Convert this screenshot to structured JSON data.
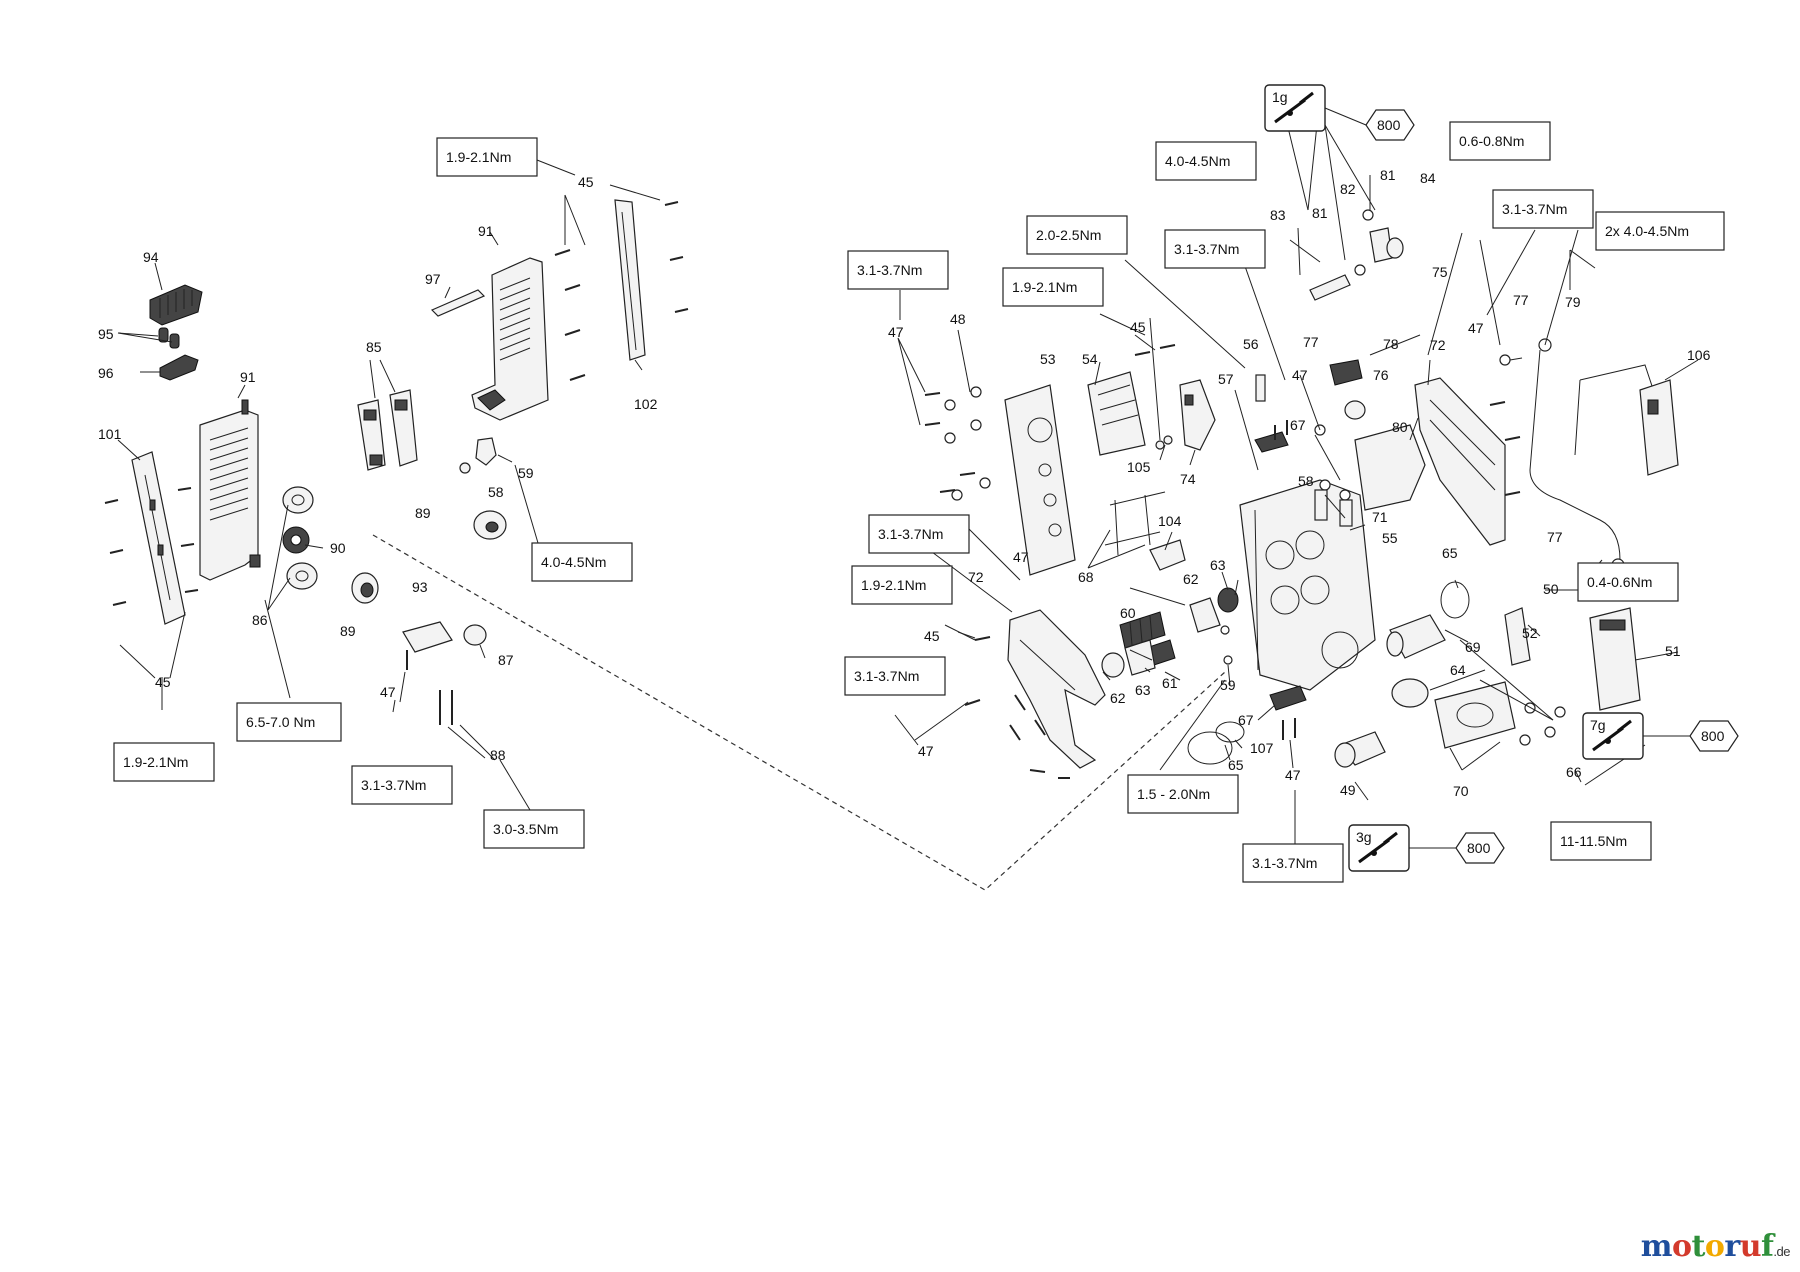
{
  "diagram": {
    "part_numbers": {
      "p45a": "45",
      "p91a": "91",
      "p97": "97",
      "p102": "102",
      "p85": "85",
      "p58a": "58",
      "p59a": "59",
      "p89a": "89",
      "p94": "94",
      "p95": "95",
      "p96": "96",
      "p91b": "91",
      "p101": "101",
      "p90": "90",
      "p86": "86",
      "p89b": "89",
      "p45b": "45",
      "p93": "93",
      "p87": "87",
      "p47a": "47",
      "p88": "88",
      "p47b": "47",
      "p48": "48",
      "p53": "53",
      "p54": "54",
      "p45c": "45",
      "p105": "105",
      "p74": "74",
      "p57": "57",
      "p56": "56",
      "p77a": "77",
      "p47c": "47",
      "p67a": "67",
      "p58b": "58",
      "p71": "71",
      "p55": "55",
      "p80": "80",
      "p76": "76",
      "p78": "78",
      "p75": "75",
      "p72a": "72",
      "p47d": "47",
      "p77b": "77",
      "p79": "79",
      "p106": "106",
      "p77c": "77",
      "p50": "50",
      "p52": "52",
      "p51": "51",
      "p65a": "65",
      "p69": "69",
      "p64": "64",
      "p70": "70",
      "p66": "66",
      "p83": "83",
      "p81a": "81",
      "p82": "82",
      "p81b": "81",
      "p84": "84",
      "p104": "104",
      "p68": "68",
      "p47e": "47",
      "p72b": "72",
      "p45d": "45",
      "p62a": "62",
      "p63a": "63",
      "p60": "60",
      "p62b": "62",
      "p63b": "63",
      "p61": "61",
      "p59b": "59",
      "p67b": "67",
      "p65b": "65",
      "p107": "107",
      "p47f": "47",
      "p49": "49",
      "p47g": "47"
    },
    "torques": {
      "t1": "1.9-2.1Nm",
      "t2": "4.0-4.5Nm",
      "t3": "1.9-2.1Nm",
      "t4": "6.5-7.0 Nm",
      "t5": "3.1-3.7Nm",
      "t6": "3.0-3.5Nm",
      "t7": "3.1-3.7Nm",
      "t8": "1.9-2.1Nm",
      "t9": "2.0-2.5Nm",
      "t10": "3.1-3.7Nm",
      "t11": "4.0-4.5Nm",
      "t12": "0.6-0.8Nm",
      "t13": "3.1-3.7Nm",
      "t14": "2x 4.0-4.5Nm",
      "t15": "3.1-3.7Nm",
      "t16": "1.9-2.1Nm",
      "t17": "3.1-3.7Nm",
      "t18": "0.4-0.6Nm",
      "t19": "1.5 - 2.0Nm",
      "t20": "3.1-3.7Nm",
      "t21": "11-11.5Nm"
    },
    "grease": {
      "g1": {
        "amount": "1g",
        "code": "800"
      },
      "g2": {
        "amount": "7g",
        "code": "800"
      },
      "g3": {
        "amount": "3g",
        "code": "800"
      }
    }
  },
  "logo": {
    "letters": [
      "m",
      "o",
      "t",
      "o",
      "r",
      "u",
      "f"
    ],
    "colors": [
      "#1f4e9c",
      "#d33a2c",
      "#2f8f3a",
      "#f2a900",
      "#1f4e9c",
      "#d33a2c",
      "#2f8f3a"
    ],
    "suffix": ".de"
  }
}
